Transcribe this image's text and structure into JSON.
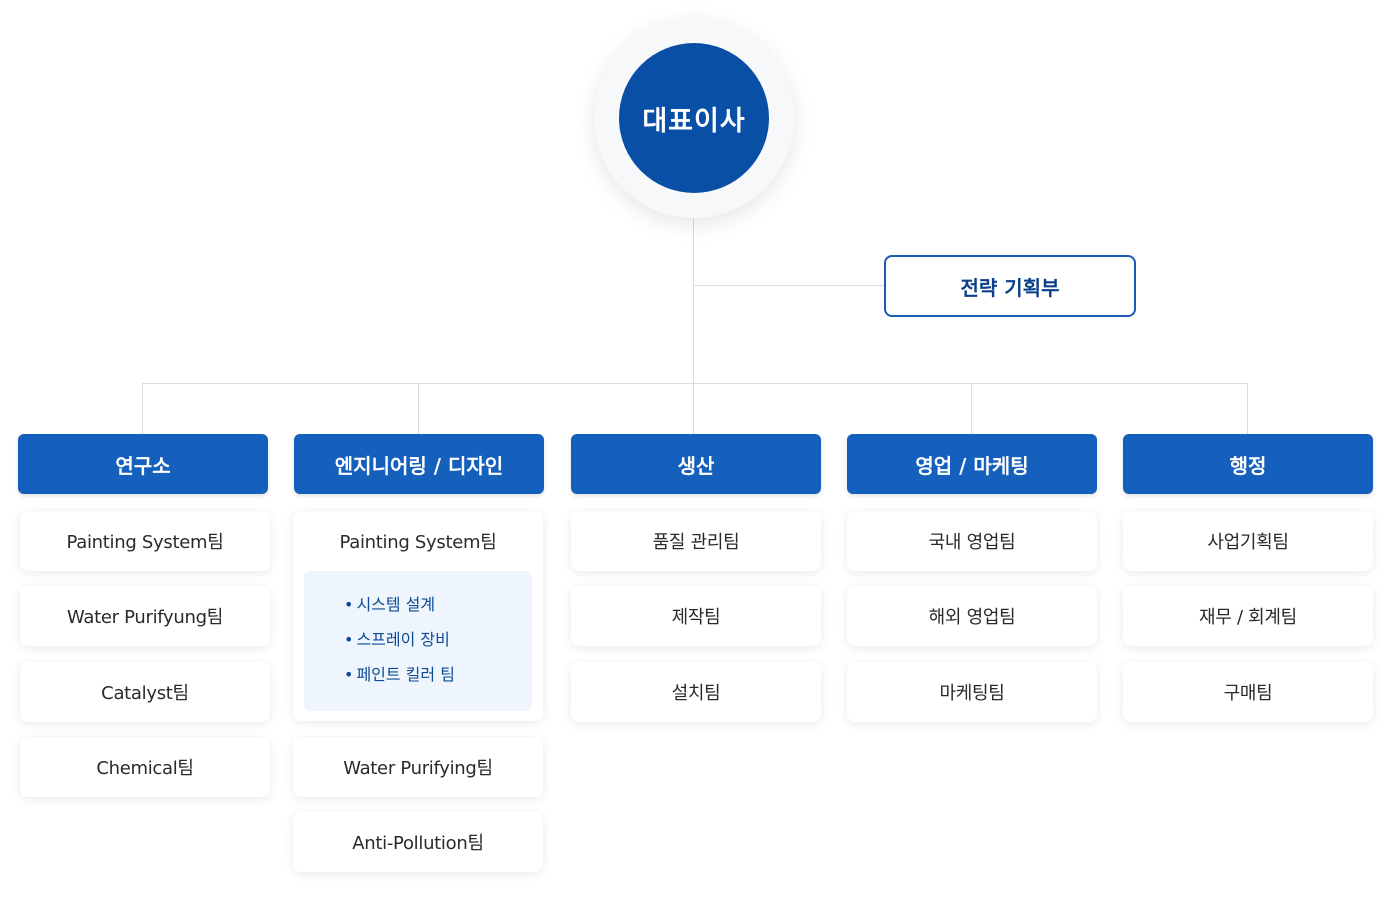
{
  "ceo": {
    "label": "대표이사"
  },
  "advisory": {
    "label": "전략 기획부"
  },
  "departments": [
    {
      "name": "연구소",
      "teams": [
        "Painting System팀",
        "Water Purifyung팀",
        "Catalyst팀",
        "Chemical팀"
      ]
    },
    {
      "name": "엔지니어링 / 디자인",
      "expanded_team": {
        "name": "Painting System팀",
        "items": [
          "시스템 설계",
          "스프레이 장비",
          "페인트 킬러 팀"
        ]
      },
      "teams": [
        "Water Purifying팀",
        "Anti-Pollution팀"
      ]
    },
    {
      "name": "생산",
      "teams": [
        "품질 관리팀",
        "제작팀",
        "설치팀"
      ]
    },
    {
      "name": "영업 / 마케팅",
      "teams": [
        "국내 영업팀",
        "해외 영업팀",
        "마케팅팀"
      ]
    },
    {
      "name": "행정",
      "teams": [
        "사업기획팀",
        "재무 / 회계팀",
        "구매팀"
      ]
    }
  ],
  "colors": {
    "primary": "#1560bd",
    "ceo": "#0a4fa6",
    "connector": "#dcdcdc",
    "sub_box": "#eef5fc",
    "sub_text": "#0d4a95"
  }
}
